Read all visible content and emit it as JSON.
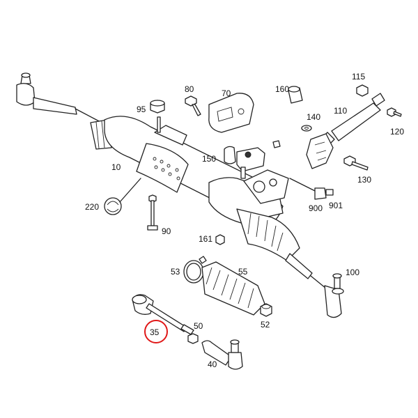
{
  "labels": {
    "p10": "10",
    "p35": "35",
    "p40": "40",
    "p50": "50",
    "p52": "52",
    "p53": "53",
    "p55": "55",
    "p70": "70",
    "p80": "80",
    "p90": "90",
    "p95": "95",
    "p100": "100",
    "p110": "110",
    "p115": "115",
    "p120": "120",
    "p130": "130",
    "p140": "140",
    "p150": "150",
    "p160": "160",
    "p161": "161",
    "p220": "220",
    "p900": "900",
    "p901": "901"
  },
  "highlight": {
    "part": "35",
    "color": "#e01818"
  }
}
